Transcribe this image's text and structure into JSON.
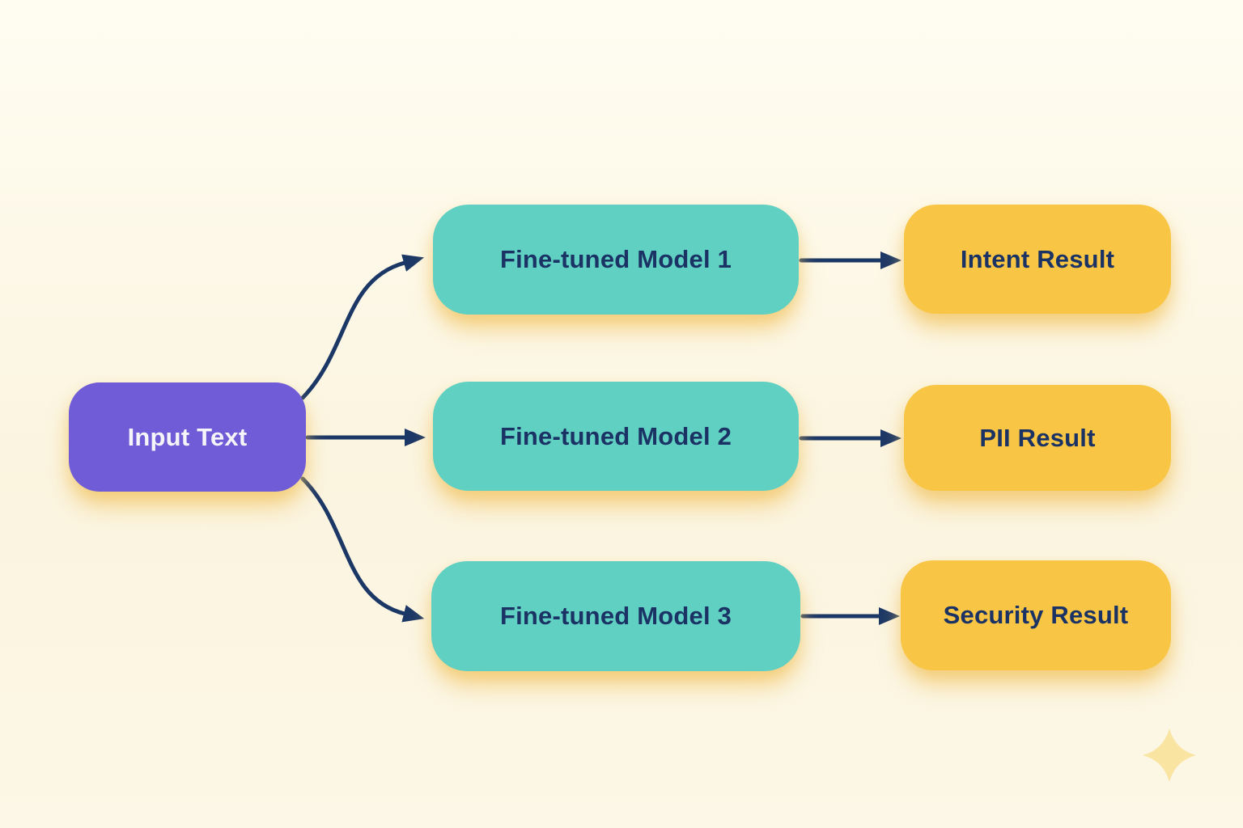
{
  "diagram": {
    "input_node": {
      "label": "Input Text"
    },
    "rows": [
      {
        "model_label": "Fine-tuned Model 1",
        "result_label": "Intent Result"
      },
      {
        "model_label": "Fine-tuned Model 2",
        "result_label": "PII Result"
      },
      {
        "model_label": "Fine-tuned Model 3",
        "result_label": "Security Result"
      }
    ],
    "decorations": [
      {
        "icon": "sparkle-icon",
        "shape": "four-point-star"
      }
    ],
    "colors": {
      "background_top": "#FFFDF2",
      "background_mid": "#FBF4DF",
      "input_fill": "#6F5CD6",
      "model_fill": "#60D0C2",
      "result_fill": "#F8C544",
      "arrow": "#1B3766",
      "node_text": "#1A3364",
      "input_text": "#F6F4FB",
      "sparkle": "#FAE4A2"
    }
  }
}
